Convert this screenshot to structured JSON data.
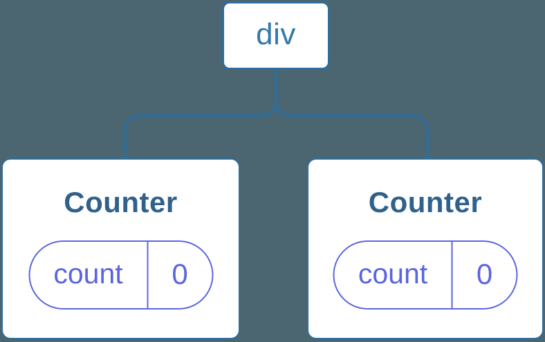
{
  "diagram": {
    "description": "component-tree",
    "root": {
      "label": "div"
    },
    "children": [
      {
        "title": "Counter",
        "state": {
          "key": "count",
          "value": "0"
        }
      },
      {
        "title": "Counter",
        "state": {
          "key": "count",
          "value": "0"
        }
      }
    ],
    "colors": {
      "background": "#4B6670",
      "line": "#2D6E9E",
      "card_bg": "#FFFFFF",
      "root_text": "#3579A8",
      "title_text": "#2F618B",
      "pill": "#5B65E0"
    }
  }
}
